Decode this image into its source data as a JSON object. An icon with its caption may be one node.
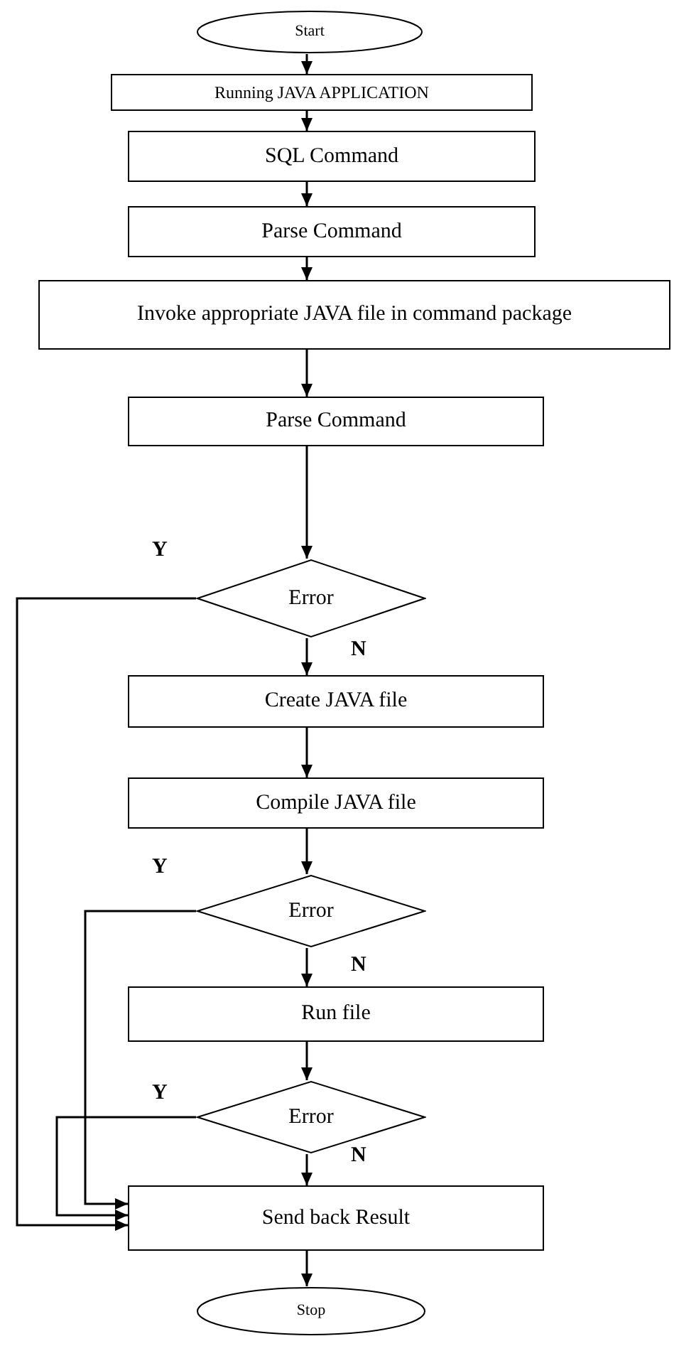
{
  "diagram": {
    "nodes": [
      {
        "text": [
          "Start"
        ]
      },
      {
        "text": [
          "Running JAVA APPLICATION"
        ]
      },
      {
        "text": [
          "SQL Command"
        ]
      },
      {
        "text": [
          "Parse Command"
        ]
      },
      {
        "text": [
          "Invoke appropriate JAVA file in command package"
        ]
      },
      {
        "text": [
          "Parse Command"
        ]
      },
      {
        "text": [
          "Error"
        ]
      },
      {
        "text": [
          "Create JAVA file"
        ]
      },
      {
        "text": [
          "Compile JAVA file"
        ]
      },
      {
        "text": [
          "Error"
        ]
      },
      {
        "text": [
          "Run file"
        ]
      },
      {
        "text": [
          "Error"
        ]
      },
      {
        "text": [
          "Send back Result"
        ]
      },
      {
        "text": [
          "Stop"
        ]
      }
    ],
    "edges": [
      {
        "from": 0,
        "to": 1,
        "arrow": "to"
      },
      {
        "from": 1,
        "to": 2,
        "arrow": "to"
      },
      {
        "from": 2,
        "to": 3,
        "arrow": "to"
      },
      {
        "from": 3,
        "to": 4,
        "arrow": "to"
      },
      {
        "from": 4,
        "to": 5,
        "arrow": "to"
      },
      {
        "from": 5,
        "to": 6,
        "arrow": "to"
      },
      {
        "from": 6,
        "to": 7,
        "arrow": "to",
        "label": "N"
      },
      {
        "from": 7,
        "to": 8,
        "arrow": "to"
      },
      {
        "from": 8,
        "to": 9,
        "arrow": "to"
      },
      {
        "from": 9,
        "to": 10,
        "arrow": "to",
        "label": "N"
      },
      {
        "from": 10,
        "to": 11,
        "arrow": "to"
      },
      {
        "from": 11,
        "to": 12,
        "arrow": "to",
        "label": "N"
      },
      {
        "from": 12,
        "to": 13,
        "arrow": "to"
      },
      {
        "from": 6,
        "to": 12,
        "arrow": "to",
        "label": "Y"
      },
      {
        "from": 9,
        "to": 12,
        "arrow": "to",
        "label": "Y"
      },
      {
        "from": 11,
        "to": 12,
        "arrow": "to",
        "label": "Y"
      }
    ]
  }
}
